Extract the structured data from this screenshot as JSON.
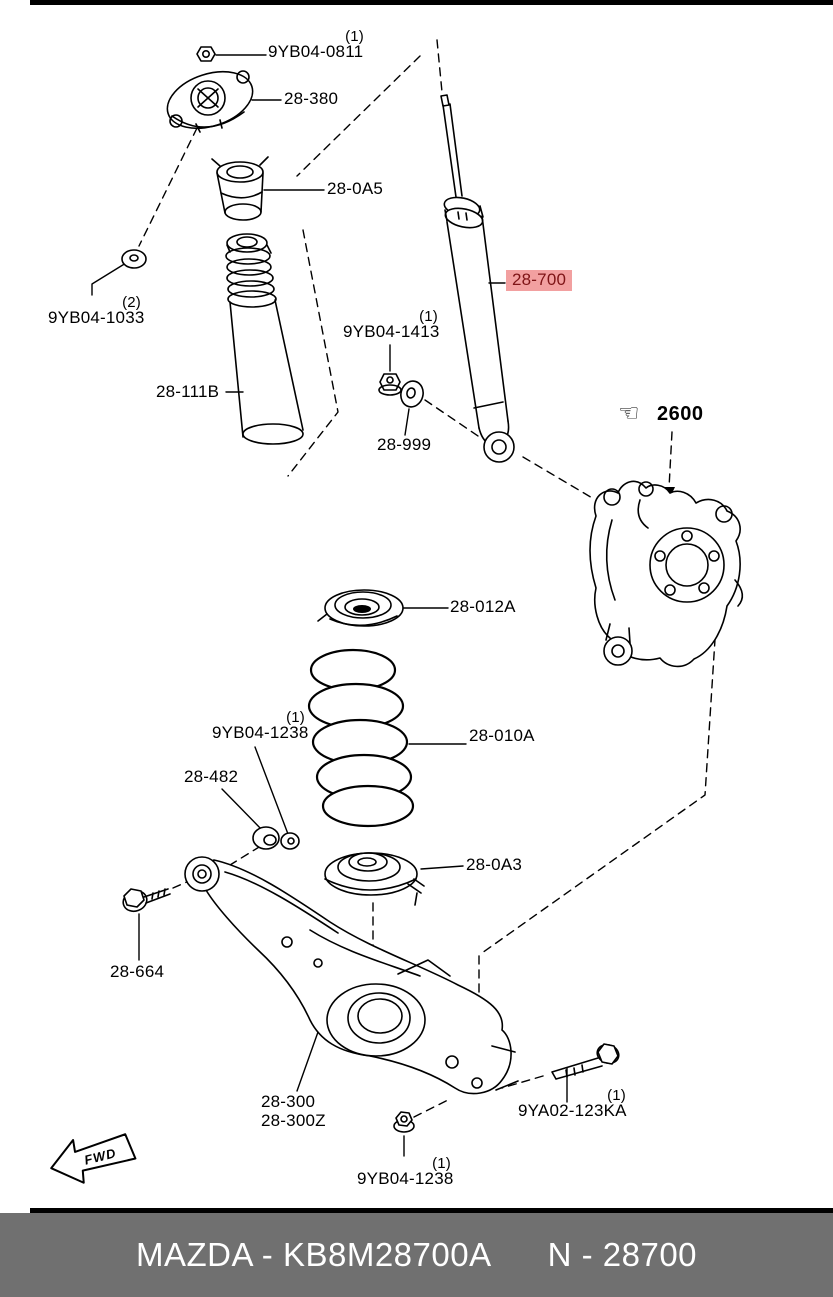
{
  "parts": [
    {
      "id": "9yb04-0811",
      "qty": "(1)",
      "number": "9YB04-0811"
    },
    {
      "id": "28-380",
      "number": "28-380"
    },
    {
      "id": "28-0a5",
      "number": "28-0A5"
    },
    {
      "id": "9yb04-1033",
      "qty": "(2)",
      "number": "9YB04-1033"
    },
    {
      "id": "28-111b",
      "number": "28-111B"
    },
    {
      "id": "9yb04-1413",
      "qty": "(1)",
      "number": "9YB04-1413"
    },
    {
      "id": "28-999",
      "number": "28-999"
    },
    {
      "id": "28-700",
      "number": "28-700",
      "highlighted": true
    },
    {
      "id": "2600",
      "number": "2600"
    },
    {
      "id": "28-012a",
      "number": "28-012A"
    },
    {
      "id": "28-010a",
      "number": "28-010A"
    },
    {
      "id": "9yb04-1238-upper",
      "qty": "(1)",
      "number": "9YB04-1238"
    },
    {
      "id": "28-482",
      "number": "28-482"
    },
    {
      "id": "28-0a3",
      "number": "28-0A3"
    },
    {
      "id": "28-664",
      "number": "28-664"
    },
    {
      "id": "28-300",
      "number": "28-300",
      "number2": "28-300Z"
    },
    {
      "id": "9ya02-123ka",
      "qty": "(1)",
      "number": "9YA02-123KA"
    },
    {
      "id": "9yb04-1238-lower",
      "qty": "(1)",
      "number": "9YB04-1238"
    }
  ],
  "direction_marker": "FWD",
  "pointer_icon": "☜",
  "footer": {
    "brand_code": "MAZDA - KB8M28700A",
    "part_code": "N - 28700"
  },
  "colors": {
    "highlight_bg": "#F2A0A0",
    "highlight_text": "#7E1416",
    "footer_bg": "#707070",
    "footer_text": "#FFFFFF",
    "line": "#000000"
  }
}
